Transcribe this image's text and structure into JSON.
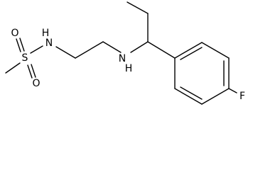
{
  "molecule": {
    "atoms": {
      "N_sulfonamide": "N",
      "H_sulfonamide": "H",
      "N_amine": "N",
      "H_amine": "H",
      "S": "S",
      "O_top": "O",
      "O_bottom": "O",
      "F": "F"
    },
    "colors": {
      "bond": "#000000",
      "label": "#000000",
      "background": "#ffffff"
    }
  }
}
